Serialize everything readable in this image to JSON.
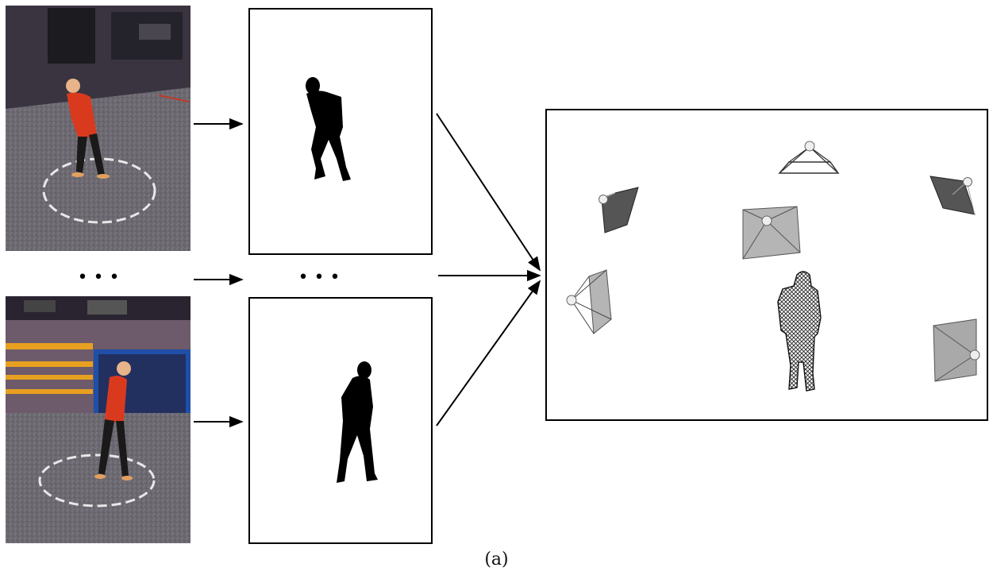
{
  "caption": "(a)",
  "ellipsis_left": "• • •",
  "ellipsis_middle": "• • •",
  "colors": {
    "arrow": "#000000",
    "silhouette": "#000000",
    "camera_dark": "#555555",
    "camera_light": "#b5b5b5",
    "shirt": "#d93a1e",
    "floor": "#6e6a72",
    "studio_stripe": "#e8a020",
    "studio_blue": "#1f4fa8"
  },
  "cameras": [
    {
      "name": "camera-top",
      "shade": "wire"
    },
    {
      "name": "camera-upper-left",
      "shade": "dark"
    },
    {
      "name": "camera-upper-right",
      "shade": "dark"
    },
    {
      "name": "camera-center",
      "shade": "light"
    },
    {
      "name": "camera-lower-left",
      "shade": "light"
    },
    {
      "name": "camera-lower-right",
      "shade": "light"
    }
  ]
}
